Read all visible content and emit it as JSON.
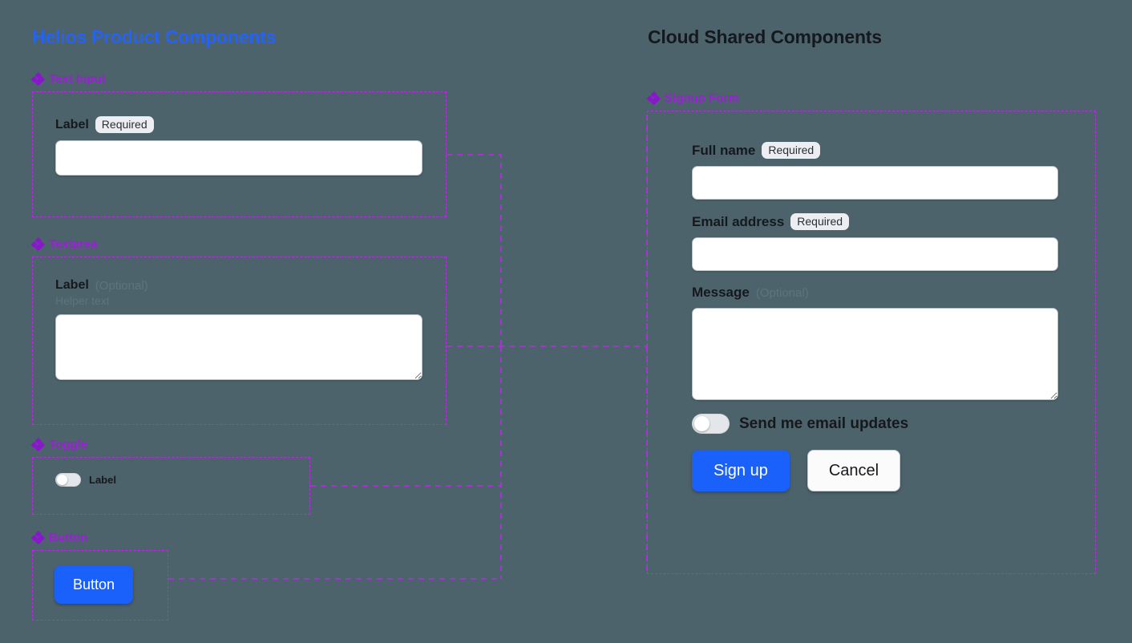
{
  "page": {
    "background_color": "#4d636b",
    "accent_blue": "#2563f0",
    "accent_purple": "#9b1fd8",
    "frame_color": "#c026f0",
    "button_blue": "#1a60fb"
  },
  "left_column": {
    "title": "Helios Product Components",
    "sections": [
      {
        "id": "text-input",
        "heading": "Text Input",
        "icon": "components-diamond-icon",
        "label": "Label",
        "badge": "Required",
        "input_value": "",
        "input_placeholder": ""
      },
      {
        "id": "textarea",
        "heading": "Textarea",
        "icon": "components-diamond-icon",
        "label": "Label",
        "optional": "(Optional)",
        "helper_text": "Helper text",
        "textarea_value": "",
        "textarea_placeholder": ""
      },
      {
        "id": "toggle",
        "heading": "Toggle",
        "icon": "components-diamond-icon",
        "toggle_label": "Label",
        "toggle_state": "off"
      },
      {
        "id": "button",
        "heading": "Button",
        "icon": "components-diamond-icon",
        "button_label": "Button"
      }
    ]
  },
  "right_column": {
    "title": "Cloud Shared Components",
    "section": {
      "id": "signup-form",
      "heading": "Signup Form",
      "icon": "components-diamond-icon",
      "fields": [
        {
          "label": "Full name",
          "badge": "Required",
          "value": "",
          "placeholder": ""
        },
        {
          "label": "Email address",
          "badge": "Required",
          "value": "",
          "placeholder": ""
        },
        {
          "label": "Message",
          "optional": "(Optional)",
          "value": "",
          "placeholder": ""
        }
      ],
      "toggle_label": "Send me email updates",
      "toggle_state": "off",
      "primary_button": "Sign up",
      "secondary_button": "Cancel"
    }
  }
}
